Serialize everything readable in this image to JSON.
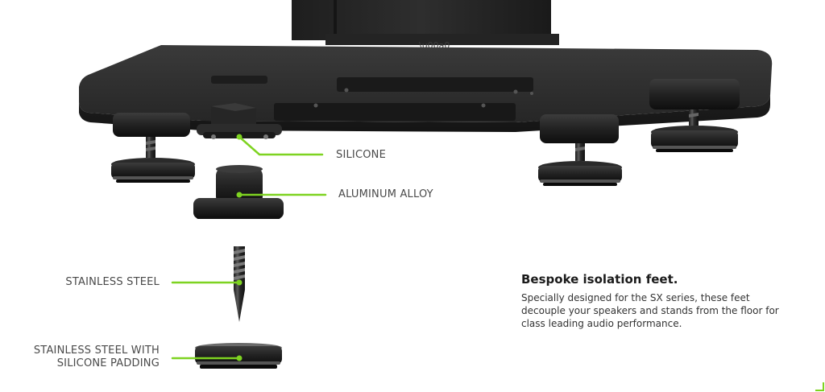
{
  "labels": {
    "silicone": "SILICONE",
    "aluminum_alloy": "ALUMINUM ALLOY",
    "stainless_steel": "STAINLESS STEEL",
    "stainless_steel_padding_line1": "STAINLESS STEEL WITH",
    "stainless_steel_padding_line2": "SILICONE PADDING"
  },
  "copy": {
    "heading": "Bespoke isolation feet.",
    "body": "Specially designed for the SX series, these feet decouple your speakers and stands from the floor for class leading audio performance."
  },
  "colors": {
    "accent_green": "#7ed321",
    "plate_dark": "#2b2b2b",
    "label_gray": "#4a4a4a"
  }
}
